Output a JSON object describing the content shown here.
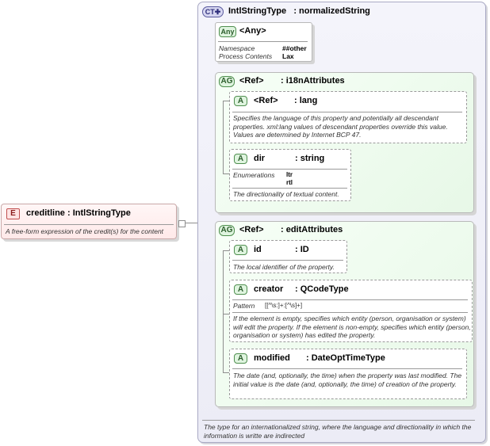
{
  "element": {
    "badge": "E",
    "name": "creditline",
    "type": "IntlStringType",
    "description": "A free-form expression of the credit(s) for the content"
  },
  "complex_type": {
    "badge": "CT",
    "name": "IntlStringType",
    "base": "normalizedString",
    "description": "The type for an internationalized string, where the language and directionality in which the information is writte are indirected"
  },
  "any": {
    "badge": "Any",
    "name": "<Any>",
    "namespace_label": "Namespace",
    "namespace_value": "##other",
    "process_label": "Process Contents",
    "process_value": "Lax"
  },
  "i18n_group": {
    "badge": "AG",
    "ref": "<Ref>",
    "name": ": i18nAttributes",
    "lang": {
      "badge": "A",
      "ref": "<Ref>",
      "name": ": lang",
      "description": "Specifies the language of this property and potentially all descendant properties. xml:lang values of descendant properties override this value. Values are determined by Internet BCP 47."
    },
    "dir": {
      "badge": "A",
      "name": "dir",
      "type": ": string",
      "enum_label": "Enumerations",
      "enum_values": [
        "ltr",
        "rtl"
      ],
      "description": "The directionality of textual content."
    }
  },
  "edit_group": {
    "badge": "AG",
    "ref": "<Ref>",
    "name": ": editAttributes",
    "id": {
      "badge": "A",
      "name": "id",
      "type": ": ID",
      "description": "The local identifier of the property."
    },
    "creator": {
      "badge": "A",
      "name": "creator",
      "type": ": QCodeType",
      "pattern_label": "Pattern",
      "pattern_value": "[[^\\s:]+:[^\\s]+]",
      "description": "If the element is empty, specifies which entity (person, organisation or system) will edit the property. If the element is non-empty, specifies which entity (person, organisation or system) has edited the property."
    },
    "modified": {
      "badge": "A",
      "name": "modified",
      "type": ": DateOptTimeType",
      "description": "The date (and, optionally, the time) when the property was last modified. The initial value is the date (and, optionally, the time) of creation of the property."
    }
  }
}
